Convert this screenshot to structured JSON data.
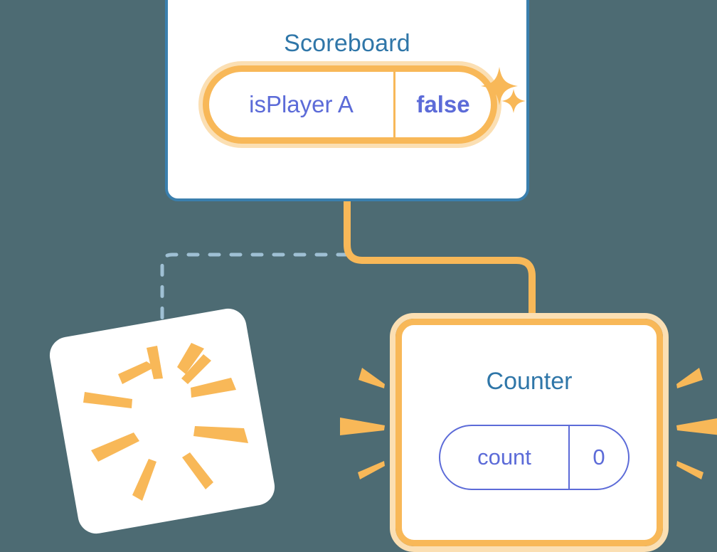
{
  "colors": {
    "background": "#4d6b73",
    "card_background": "#ffffff",
    "scoreboard_border": "#3a7fad",
    "title_blue": "#2f76a8",
    "pill_orange": "#f8b858",
    "pill_orange_glow": "#fbdfb3",
    "value_periwinkle": "#5c6bd8",
    "dashed_line": "#9fc0d4",
    "ray_orange": "#f8b858"
  },
  "scoreboard": {
    "title": "Scoreboard",
    "property": {
      "key": "isPlayer A",
      "value": "false"
    },
    "sparkles": [
      "sparkle-large",
      "sparkle-small"
    ]
  },
  "counter": {
    "title": "Counter",
    "property": {
      "key": "count",
      "value": "0"
    }
  },
  "burst_card": {
    "label": ""
  },
  "connectors": {
    "solid": "scoreboard-to-counter",
    "dashed": "scoreboard-to-burst-card"
  }
}
